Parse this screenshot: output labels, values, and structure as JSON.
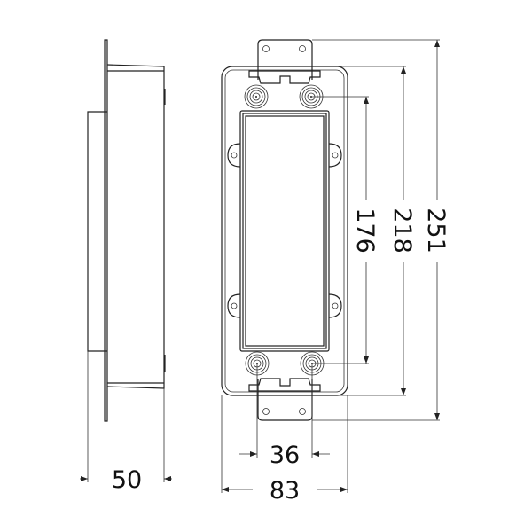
{
  "dimensions": {
    "depth": "50",
    "width_overall": "83",
    "width_screws": "36",
    "height_screws": "176",
    "height_plate": "218",
    "height_overall": "251"
  },
  "colors": {
    "line": "#222222",
    "background": "#ffffff"
  }
}
